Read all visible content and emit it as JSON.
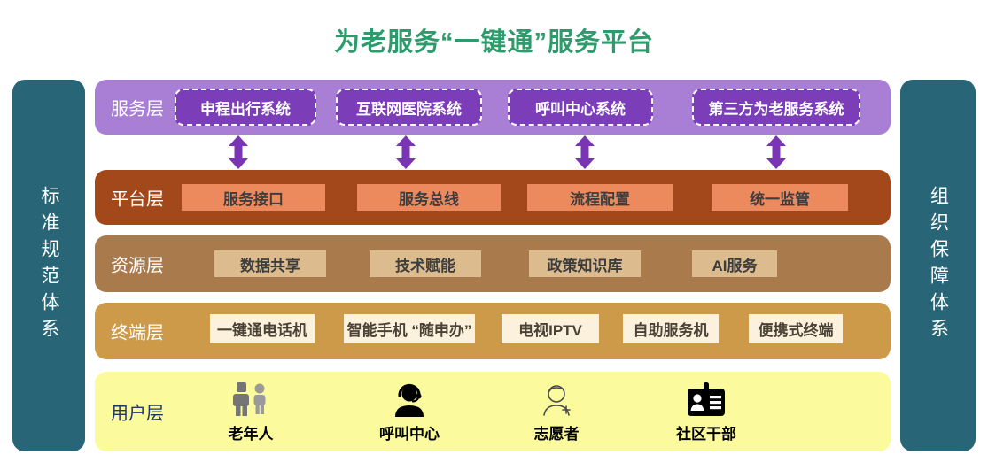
{
  "title": "为老服务“一键通”服务平台",
  "title_color": "#2E9B6C",
  "sidebars": {
    "left_label": "标准规范体系",
    "right_label": "组织保障体系",
    "color": "#276577"
  },
  "arrows": {
    "icon": "double-vertical-arrow-icon",
    "color": "#7A35B5",
    "count": 4
  },
  "layers": {
    "service": {
      "label": "服务层",
      "bg": "#A97FD6",
      "box_bg": "#7B3EB8",
      "boxes": [
        "申程出行系统",
        "互联网医院系统",
        "呼叫中心系统",
        "第三方为老服务系统"
      ]
    },
    "platform": {
      "label": "平台层",
      "bg": "#A3481A",
      "box_bg": "#EC8A5E",
      "boxes": [
        "服务接口",
        "服务总线",
        "流程配置",
        "统一监管"
      ]
    },
    "resource": {
      "label": "资源层",
      "bg": "#A97A4C",
      "box_bg": "#DCBC8E",
      "boxes": [
        "数据共享",
        "技术赋能",
        "政策知识库",
        "AI服务"
      ]
    },
    "terminal": {
      "label": "终端层",
      "bg": "#CC9A49",
      "box_bg": "#FCF1DC",
      "boxes": [
        "一键通电话机",
        "智能手机 “随申办”",
        "电视IPTV",
        "自助服务机",
        "便携式终端"
      ]
    },
    "user": {
      "label": "用户层",
      "bg": "#FBFB9E",
      "label_color": "#1F3864",
      "items": [
        {
          "label": "老年人",
          "icon": "elderly-people-icon"
        },
        {
          "label": "呼叫中心",
          "icon": "call-center-agent-icon"
        },
        {
          "label": "志愿者",
          "icon": "volunteer-nurse-icon"
        },
        {
          "label": "社区干部",
          "icon": "id-badge-icon"
        }
      ]
    }
  }
}
